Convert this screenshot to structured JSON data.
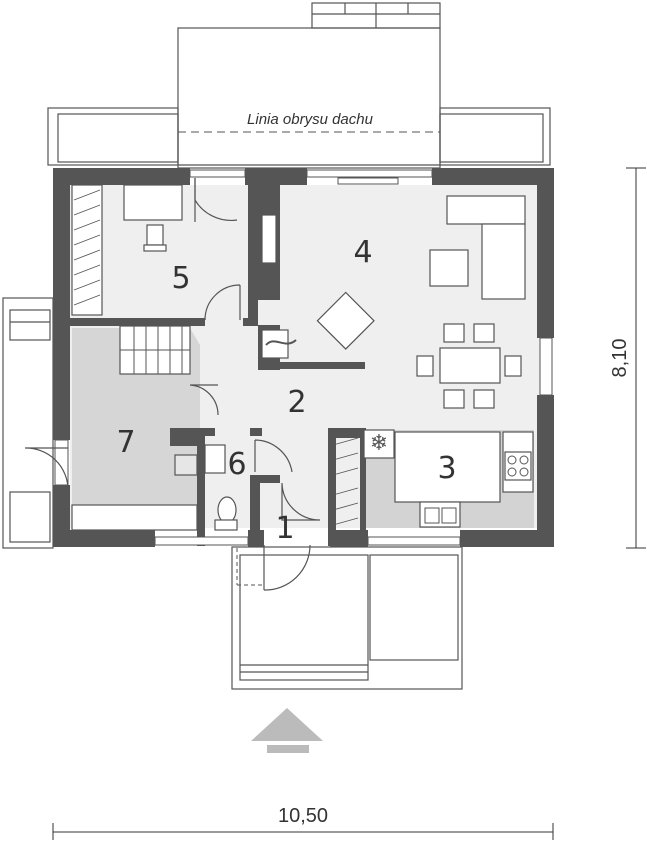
{
  "roof_line_label": "Linia obrysu dachu",
  "dimensions": {
    "width": "10,50",
    "height": "8,10"
  },
  "rooms": [
    {
      "number": "1"
    },
    {
      "number": "2"
    },
    {
      "number": "3"
    },
    {
      "number": "4"
    },
    {
      "number": "5"
    },
    {
      "number": "6"
    },
    {
      "number": "7"
    }
  ],
  "icons": {
    "entrance": "entrance-arrow-icon",
    "fridge": "snowflake-icon"
  },
  "colors": {
    "wall": "#555555",
    "floor_light": "#eeeeee",
    "floor_gray": "#d9d9d9",
    "line": "#555555"
  }
}
